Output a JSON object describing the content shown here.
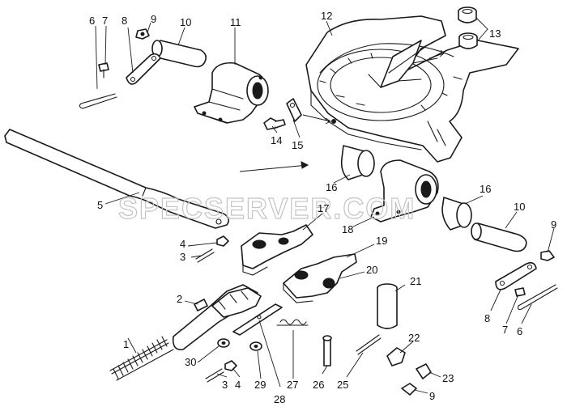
{
  "watermark": "SPECSERVER.COM",
  "callouts": [
    {
      "id": "c6a",
      "text": "6"
    },
    {
      "id": "c7a",
      "text": "7"
    },
    {
      "id": "c8a",
      "text": "8"
    },
    {
      "id": "c9a",
      "text": "9"
    },
    {
      "id": "c10a",
      "text": "10"
    },
    {
      "id": "c11",
      "text": "11"
    },
    {
      "id": "c12",
      "text": "12"
    },
    {
      "id": "c13",
      "text": "13"
    },
    {
      "id": "c14",
      "text": "14"
    },
    {
      "id": "c15",
      "text": "15"
    },
    {
      "id": "c5",
      "text": "5"
    },
    {
      "id": "c16a",
      "text": "16"
    },
    {
      "id": "c16b",
      "text": "16"
    },
    {
      "id": "c10b",
      "text": "10"
    },
    {
      "id": "c9b",
      "text": "9"
    },
    {
      "id": "c17",
      "text": "17"
    },
    {
      "id": "c18",
      "text": "18"
    },
    {
      "id": "c19",
      "text": "19"
    },
    {
      "id": "c20",
      "text": "20"
    },
    {
      "id": "c21",
      "text": "21"
    },
    {
      "id": "c4a",
      "text": "4"
    },
    {
      "id": "c3a",
      "text": "3"
    },
    {
      "id": "c2",
      "text": "2"
    },
    {
      "id": "c8b",
      "text": "8"
    },
    {
      "id": "c7b",
      "text": "7"
    },
    {
      "id": "c6b",
      "text": "6"
    },
    {
      "id": "c1",
      "text": "1"
    },
    {
      "id": "c30",
      "text": "30"
    },
    {
      "id": "c3b",
      "text": "3"
    },
    {
      "id": "c4b",
      "text": "4"
    },
    {
      "id": "c29",
      "text": "29"
    },
    {
      "id": "c28",
      "text": "28"
    },
    {
      "id": "c27",
      "text": "27"
    },
    {
      "id": "c26",
      "text": "26"
    },
    {
      "id": "c25",
      "text": "25"
    },
    {
      "id": "c22",
      "text": "22"
    },
    {
      "id": "c23",
      "text": "23"
    },
    {
      "id": "c9c",
      "text": "9"
    }
  ]
}
